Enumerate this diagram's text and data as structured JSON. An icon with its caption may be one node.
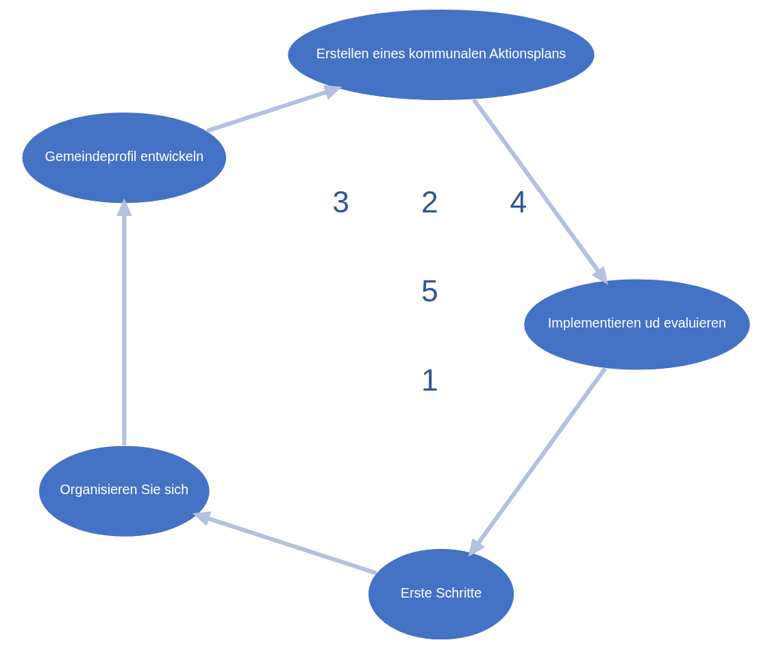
{
  "diagram": {
    "nodes": [
      {
        "text": [
          "Erste Schritte"
        ]
      },
      {
        "text": [
          "Organisieren Sie sich"
        ]
      },
      {
        "text": [
          "Gemeindeprofil entwickeln"
        ]
      },
      {
        "text": [
          "Erstellen eines kommunalen Aktionsplans"
        ]
      },
      {
        "text": [
          "Implementieren ud evaluieren"
        ]
      }
    ],
    "edges": [
      {
        "from": 0,
        "to": 1,
        "arrow": "to"
      },
      {
        "from": 1,
        "to": 2,
        "arrow": "to"
      },
      {
        "from": 2,
        "to": 3,
        "arrow": "to"
      },
      {
        "from": 3,
        "to": 4,
        "arrow": "to"
      },
      {
        "from": 4,
        "to": 0,
        "arrow": "to"
      }
    ],
    "labels": [
      "5",
      "1",
      "4",
      "2",
      "3"
    ]
  }
}
